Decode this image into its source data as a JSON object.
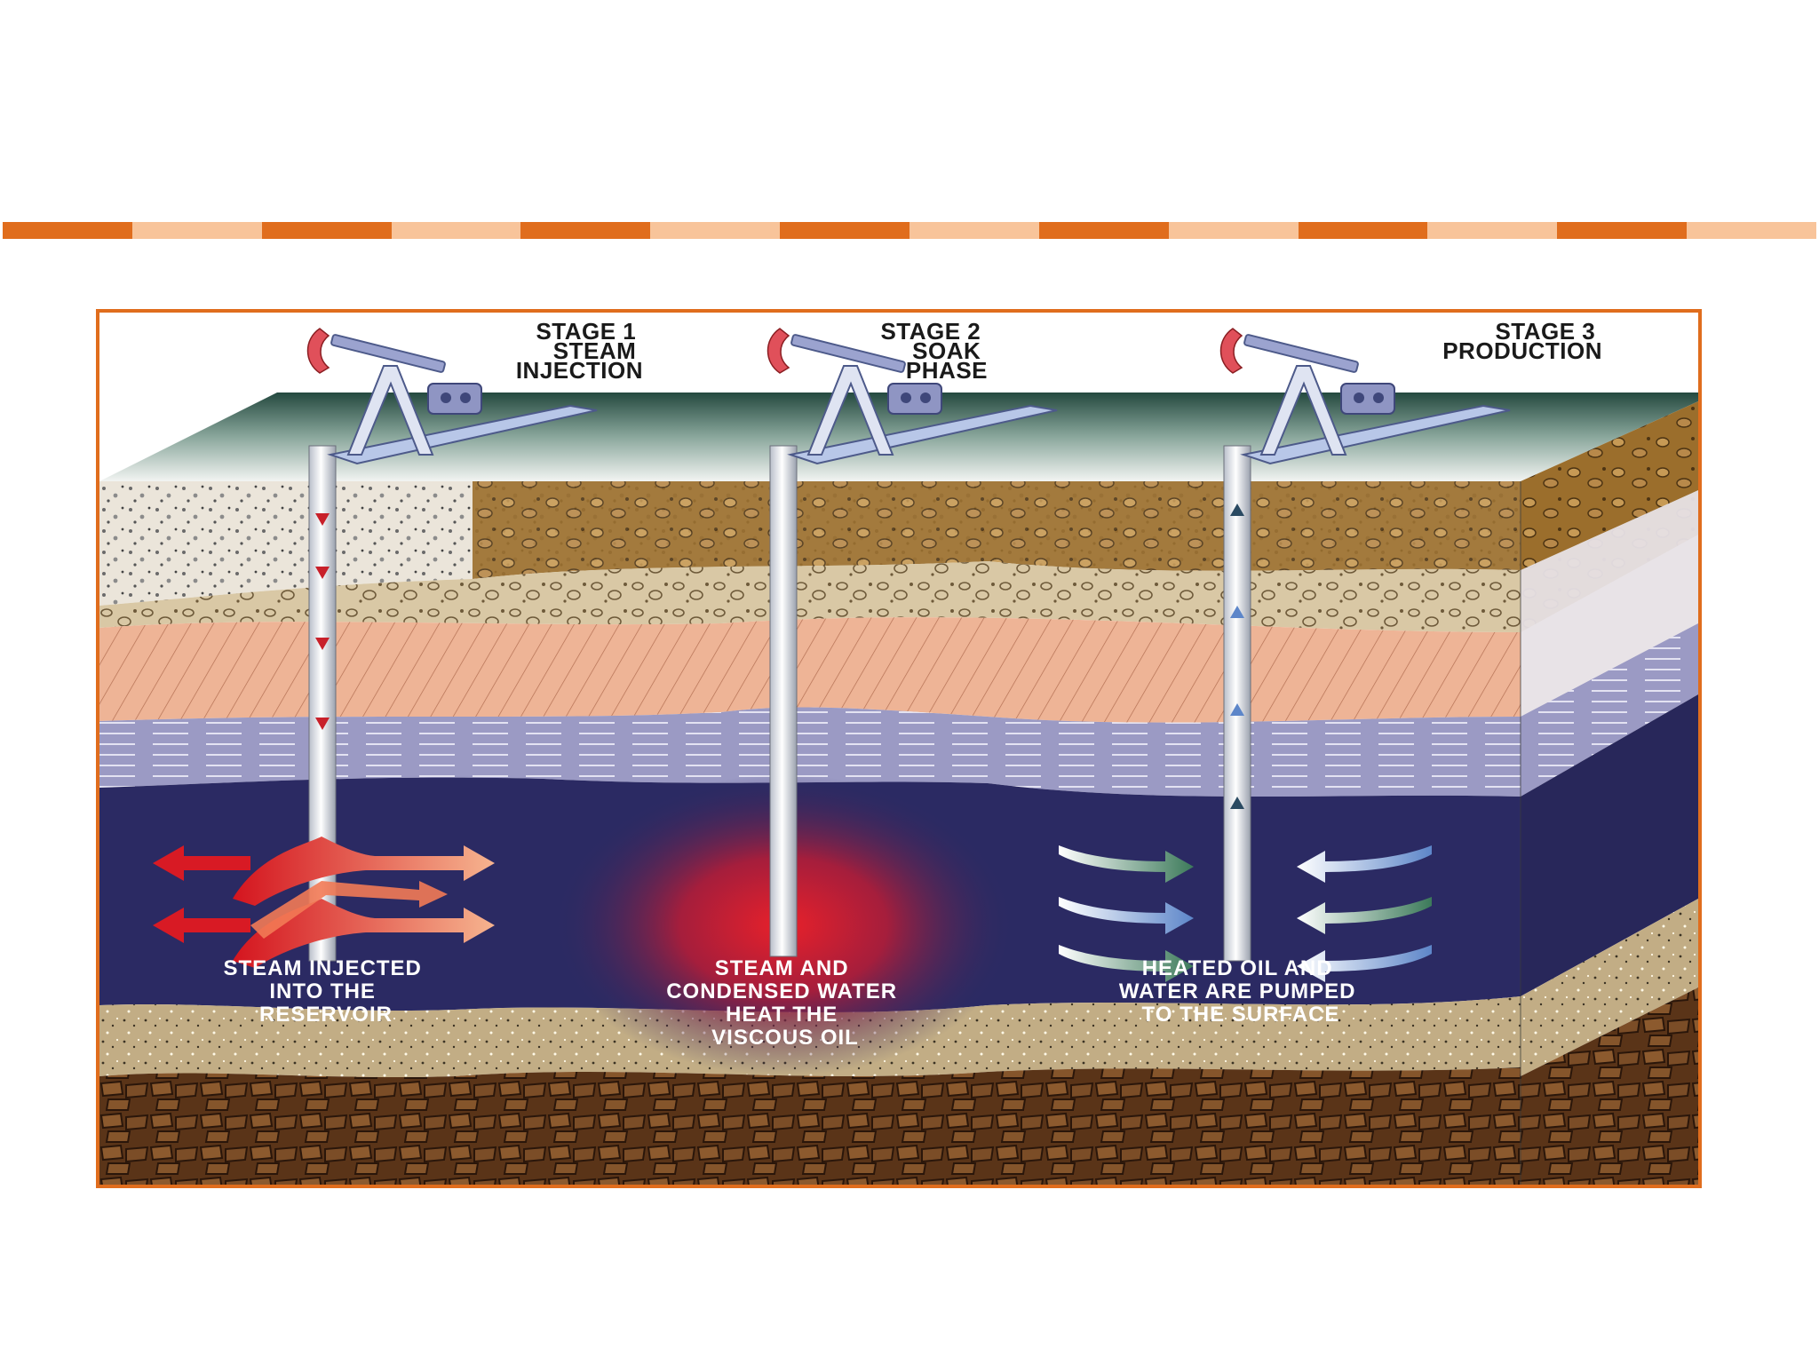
{
  "colors": {
    "stripe_dark": "#e06d1d",
    "stripe_light": "#f8c49a",
    "frame_border": "#e06d1d",
    "surface": "#2d5e4f",
    "reservoir": "#2b2a63",
    "steam": "#d8202a"
  },
  "stages": [
    {
      "title": [
        "STAGE 1",
        "STEAM",
        "INJECTION"
      ],
      "caption": [
        "STEAM INJECTED",
        "INTO THE",
        "RESERVOIR"
      ]
    },
    {
      "title": [
        "STAGE 2",
        "SOAK",
        "PHASE"
      ],
      "caption": [
        "STEAM AND",
        "CONDENSED WATER",
        "HEAT THE",
        "VISCOUS OIL"
      ]
    },
    {
      "title": [
        "STAGE 3",
        "PRODUCTION"
      ],
      "caption": [
        "HEATED OIL AND",
        "WATER ARE PUMPED",
        "TO THE SURFACE"
      ]
    }
  ],
  "icons": [
    "pump-jack-icon",
    "flow-arrow-icon"
  ]
}
